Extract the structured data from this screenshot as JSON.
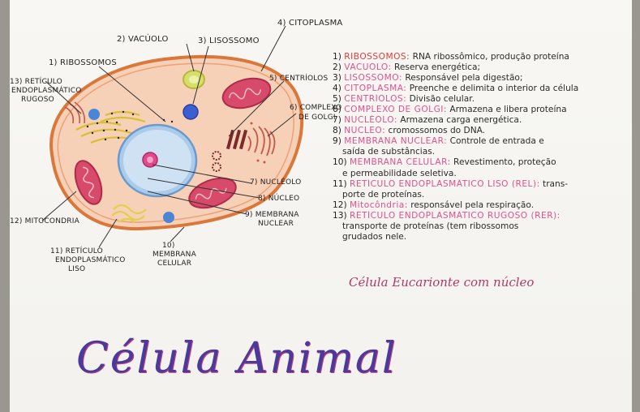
{
  "labels": {
    "vacuolo": "2) VACÚOLO",
    "lisossomo": "3) LISOSSOMO",
    "citoplasma": "4) CITOPLASMA",
    "ribossomos": "1) RIBOSSOMOS",
    "reticulo_rugoso_1": "13) RETÍCULO",
    "reticulo_rugoso_2": "ENDOPLASMÁTICO",
    "reticulo_rugoso_3": "RUGOSO",
    "centriolos": "5) CENTRÍOLOS",
    "golgi_1": "6) COMPLEXO",
    "golgi_2": "DE GOLGI",
    "nucleolo": "7) NUCLÉOLO",
    "nucleo": "8) NÚCLEO",
    "membrana_nuclear_1": "9) MEMBRANA",
    "membrana_nuclear_2": "NUCLEAR",
    "mitocondria": "12) MITOCONDRIA",
    "reticulo_liso_1": "11) RETÍCULO",
    "reticulo_liso_2": "ENDOPLASMÁTICO",
    "reticulo_liso_3": "LISO",
    "membrana_celular_1": "10)",
    "membrana_celular_2": "MEMBRANA",
    "membrana_celular_3": "CELULAR"
  },
  "legend": [
    {
      "num": "1)",
      "term": "RIBOSSOMOS:",
      "desc": " RNA ribossômico, produção proteína"
    },
    {
      "num": "2)",
      "term": "VACÚOLO:",
      "desc": " Reserva energética;"
    },
    {
      "num": "3)",
      "term": "LISOSSOMO:",
      "desc": " Responsável pela digestão;"
    },
    {
      "num": "4)",
      "term": "CITOPLASMA:",
      "desc": " Preenche e delimita o interior da célula"
    },
    {
      "num": "5)",
      "term": "CENTRÍOLOS:",
      "desc": " Divisão celular."
    },
    {
      "num": "6)",
      "term": "COMPLEXO DE GOLGI:",
      "desc": " Armazena e libera proteína"
    },
    {
      "num": "7)",
      "term": "NUCLÉOLO:",
      "desc": " Armazena carga energética."
    },
    {
      "num": "8)",
      "term": "NÚCLEO:",
      "desc": " cromossomos do DNA."
    },
    {
      "num": "9)",
      "term": "MEMBRANA NUCLEAR:",
      "desc": " Controle de entrada e"
    },
    {
      "num": "",
      "term": "",
      "desc": "saída de substâncias."
    },
    {
      "num": "10)",
      "term": "MEMBRANA CELULAR:",
      "desc": " Revestimento, proteção"
    },
    {
      "num": "",
      "term": "",
      "desc": "e permeabilidade seletiva."
    },
    {
      "num": "11)",
      "term": "RETÍCULO ENDOPLASMÁTICO LISO (REL):",
      "desc": " trans-"
    },
    {
      "num": "",
      "term": "",
      "desc": "porte de proteínas."
    },
    {
      "num": "12)",
      "term": "Mitocôndria:",
      "desc": " responsável pela respiração."
    },
    {
      "num": "13)",
      "term": "RETÍCULO ENDOPLASMÁTICO RUGOSO (RER):",
      "desc": ""
    },
    {
      "num": "",
      "term": "",
      "desc": "transporte de proteínas (tem ribossomos"
    },
    {
      "num": "",
      "term": "",
      "desc": "grudados nele."
    }
  ],
  "caption": "Célula Eucarionte com núcleo",
  "title": "Célula Animal"
}
